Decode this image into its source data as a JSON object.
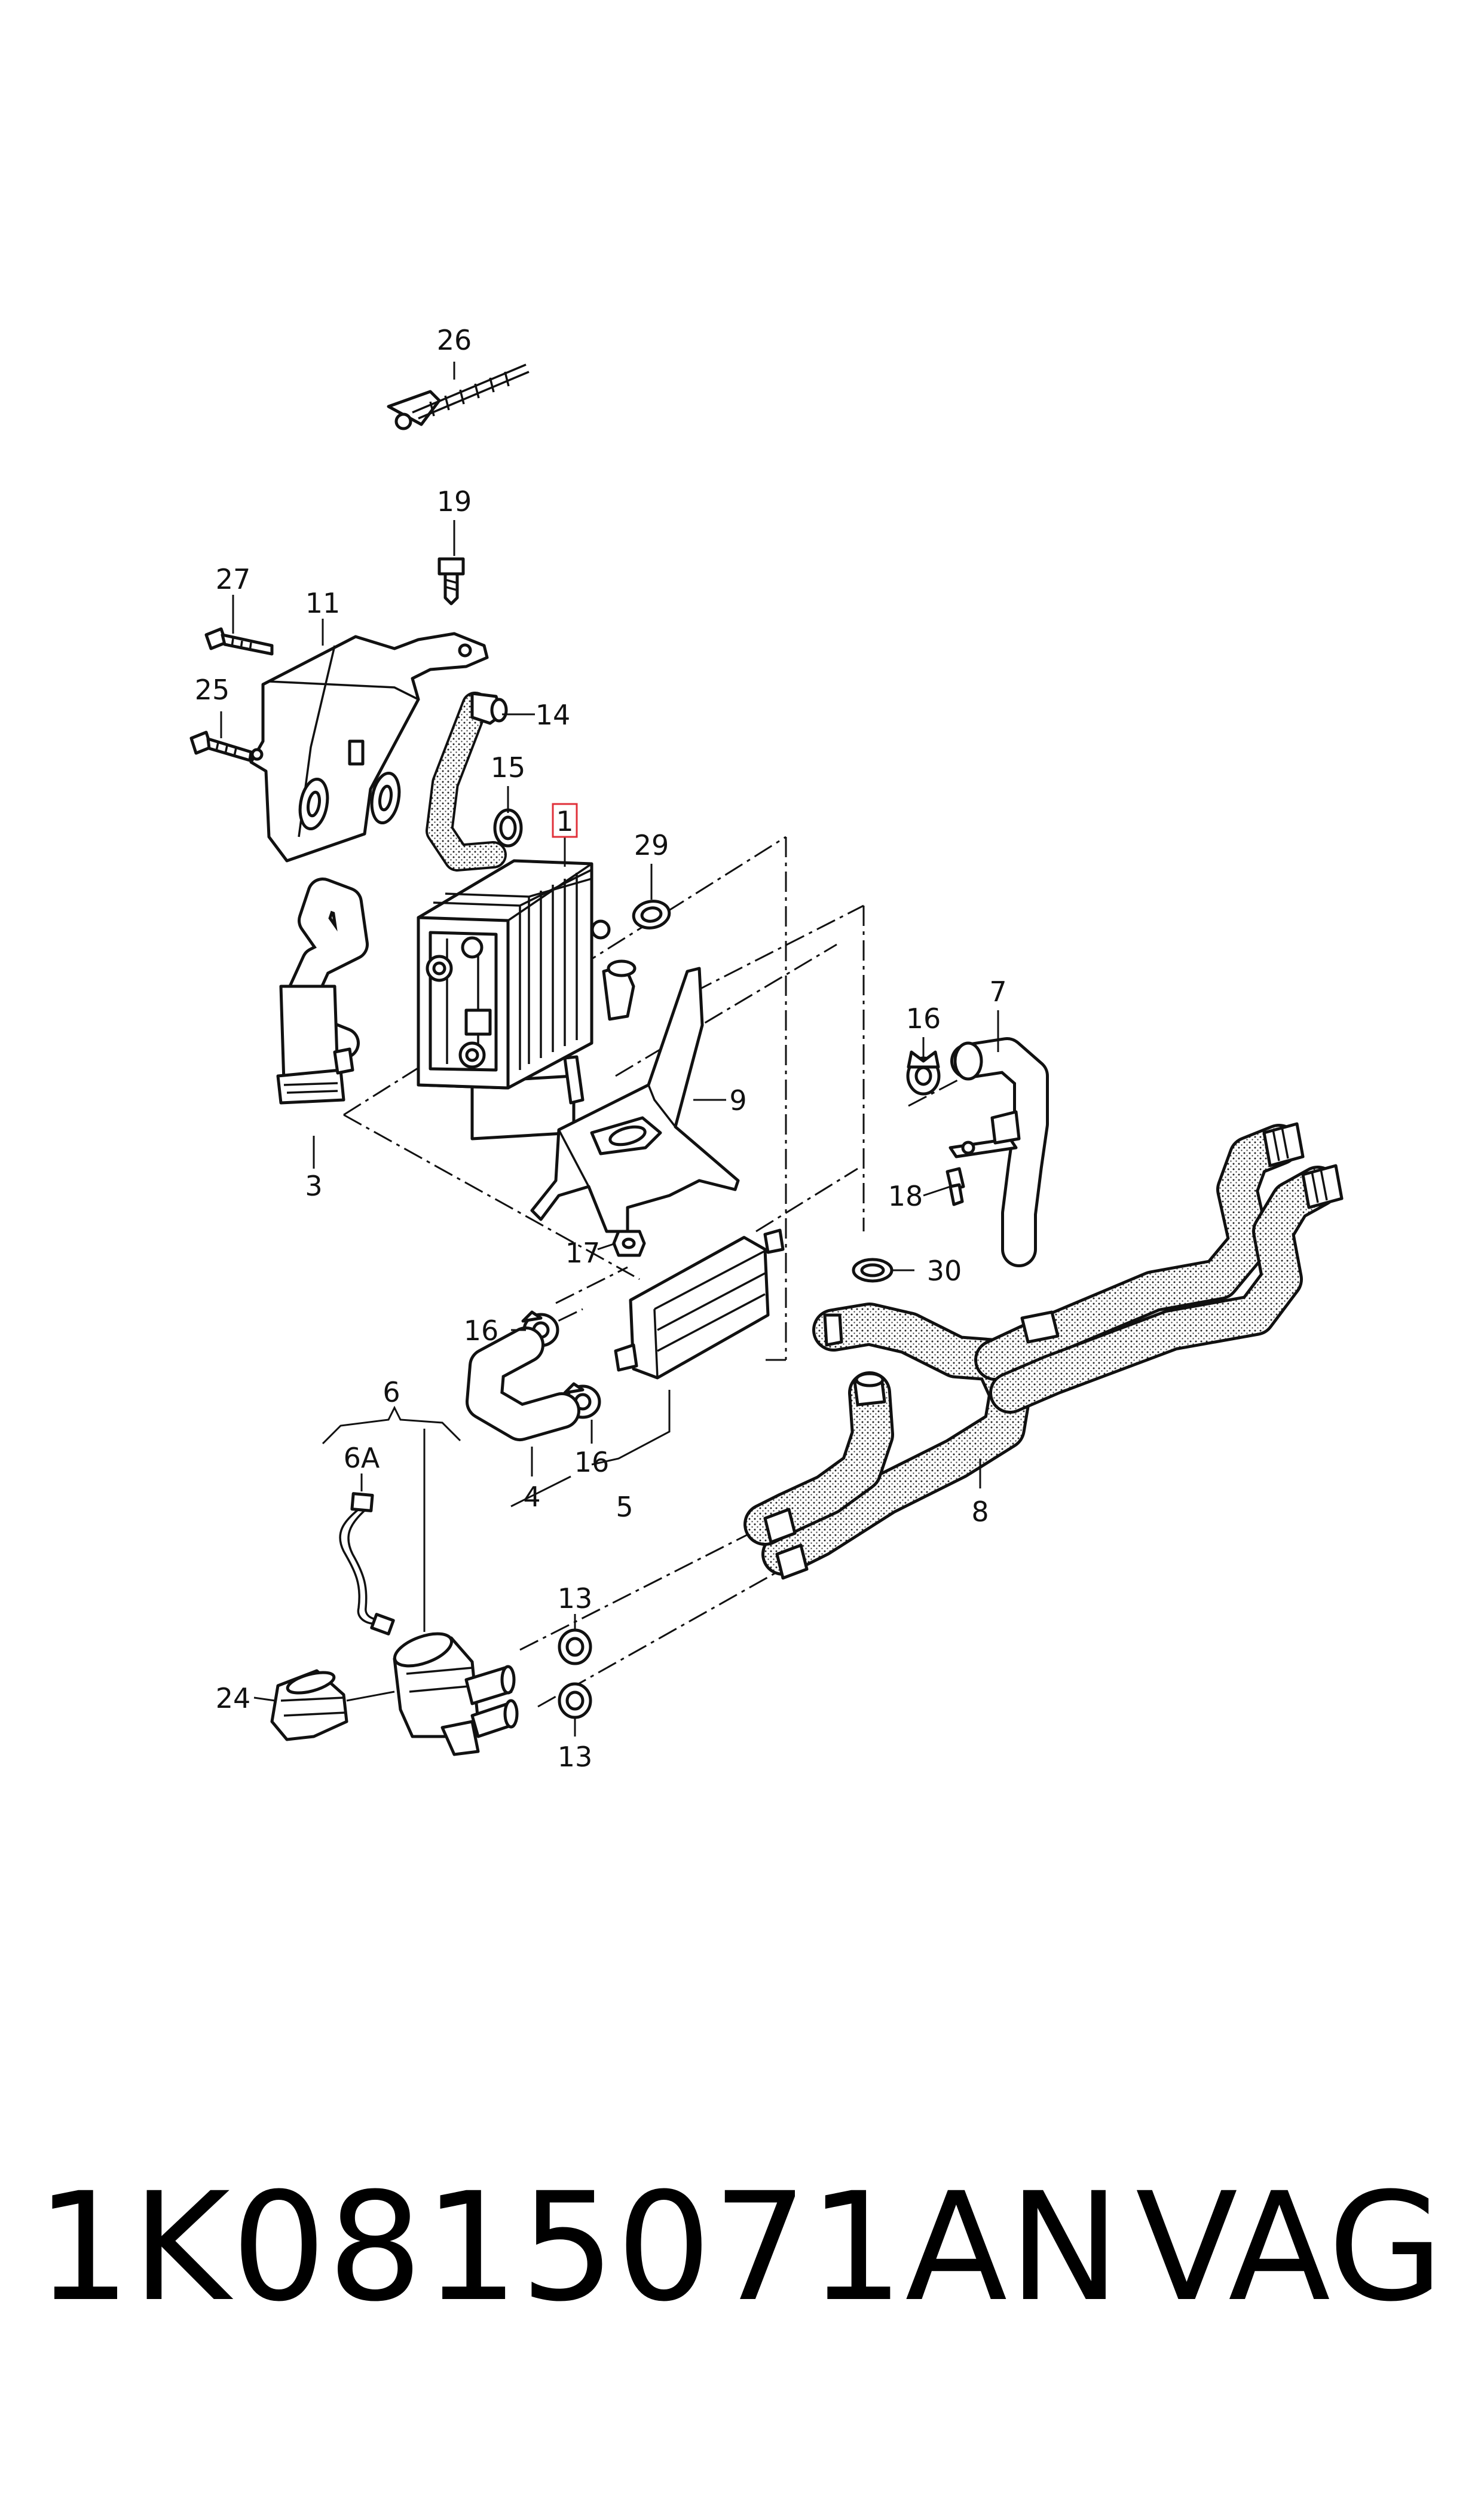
{
  "diagram": {
    "callouts": {
      "c1": "1",
      "c3": "3",
      "c4": "4",
      "c5": "5",
      "c6": "6",
      "c6a": "6A",
      "c7": "7",
      "c8": "8",
      "c9": "9",
      "c11": "11",
      "c13a": "13",
      "c13b": "13",
      "c14": "14",
      "c15": "15",
      "c16a": "16",
      "c16b": "16",
      "c16c": "16",
      "c17": "17",
      "c18": "18",
      "c19": "19",
      "c24": "24",
      "c25": "25",
      "c26": "26",
      "c27": "27",
      "c29": "29",
      "c30": "30"
    },
    "highlight_color": "#e0303a"
  },
  "footer": {
    "part_number": "1K0815071AN",
    "brand": "VAG"
  }
}
